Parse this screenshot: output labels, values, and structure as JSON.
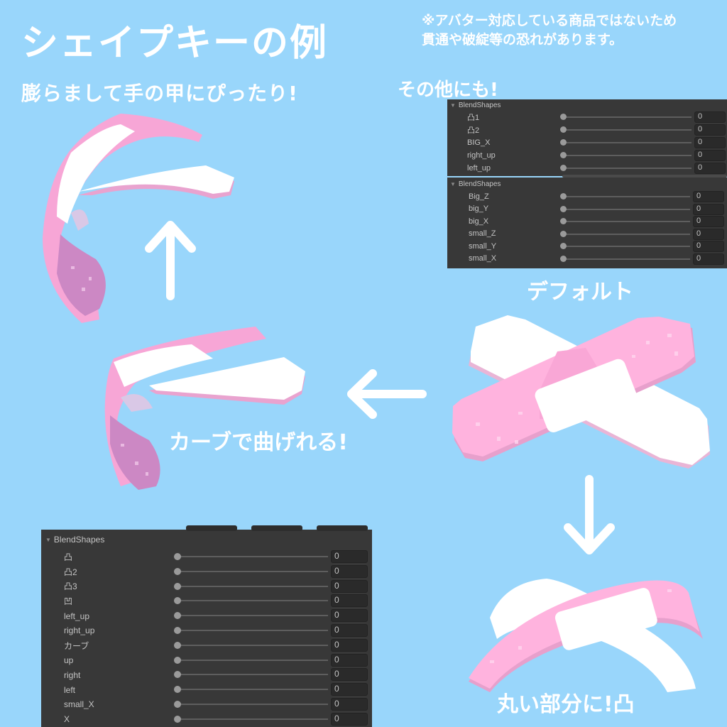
{
  "title": "シェイプキーの例",
  "subtitle": "膨らまして手の甲にぴったり!",
  "notice": {
    "line1": "※アバター対応している商品ではないため",
    "line2": "貫通や破綻等の恐れがあります。"
  },
  "labels": {
    "others": "その他にも!",
    "default": "デフォルト",
    "curve": "カーブで曲げれる!",
    "round": "丸い部分に!凸"
  },
  "colors": {
    "background": "#99d6fb",
    "bandage_pink": "#ffb3de",
    "bandage_white": "#ffffff",
    "panel_bg": "#383838",
    "text": "#ffffff"
  },
  "panels": {
    "top_a": {
      "header": "BlendShapes",
      "rows": [
        {
          "label": "凸1",
          "value": "0"
        },
        {
          "label": "凸2",
          "value": "0"
        },
        {
          "label": "BIG_X",
          "value": "0"
        },
        {
          "label": "right_up",
          "value": "0"
        },
        {
          "label": "left_up",
          "value": "0"
        }
      ]
    },
    "top_b": {
      "header": "BlendShapes",
      "rows": [
        {
          "label": "Big_Z",
          "value": "0"
        },
        {
          "label": "big_Y",
          "value": "0"
        },
        {
          "label": "big_X",
          "value": "0"
        },
        {
          "label": "small_Z",
          "value": "0"
        },
        {
          "label": "small_Y",
          "value": "0"
        },
        {
          "label": "small_X",
          "value": "0"
        }
      ]
    },
    "bottom": {
      "header": "BlendShapes",
      "rows": [
        {
          "label": "凸",
          "value": "0"
        },
        {
          "label": "凸2",
          "value": "0"
        },
        {
          "label": "凸3",
          "value": "0"
        },
        {
          "label": "凹",
          "value": "0"
        },
        {
          "label": "left_up",
          "value": "0"
        },
        {
          "label": "right_up",
          "value": "0"
        },
        {
          "label": "カーブ",
          "value": "0"
        },
        {
          "label": "up",
          "value": "0"
        },
        {
          "label": "right",
          "value": "0"
        },
        {
          "label": "left",
          "value": "0"
        },
        {
          "label": "small_X",
          "value": "0"
        },
        {
          "label": "X",
          "value": "0"
        }
      ]
    }
  },
  "icons": {
    "up_arrow": "arrow-up",
    "left_arrow": "arrow-left",
    "down_arrow": "arrow-down",
    "foldout": "triangle-down"
  }
}
